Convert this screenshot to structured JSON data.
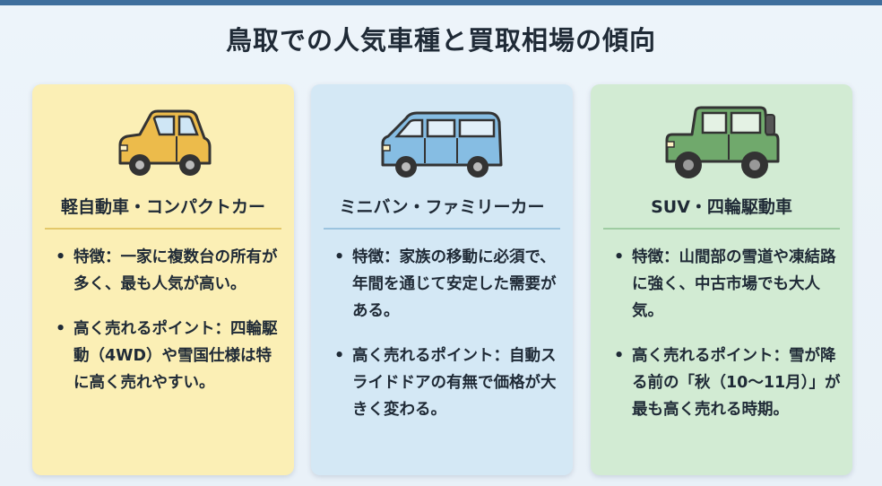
{
  "title": "鳥取での人気車種と買取相場の傾向",
  "cards": [
    {
      "heading": "軽自動車・コンパクトカー",
      "icon": "compact-car-icon",
      "car_color": "#ecbb4b",
      "bullets": [
        "特徴：一家に複数台の所有が多く、最も人気が高い。",
        "高く売れるポイント：四輪駆動（4WD）や雪国仕様は特に高く売れやすい。"
      ]
    },
    {
      "heading": "ミニバン・ファミリーカー",
      "icon": "minivan-icon",
      "car_color": "#86bde3",
      "bullets": [
        "特徴：家族の移動に必須で、年間を通じて安定した需要がある。",
        "高く売れるポイント：自動スライドドアの有無で価格が大きく変わる。"
      ]
    },
    {
      "heading": "SUV・四輪駆動車",
      "icon": "suv-icon",
      "car_color": "#70a96c",
      "bullets": [
        "特徴：山間部の雪道や凍結路に強く、中古市場でも大人気。",
        "高く売れるポイント：雪が降る前の「秋（10〜11月）」が最も高く売れる時期。"
      ]
    }
  ]
}
